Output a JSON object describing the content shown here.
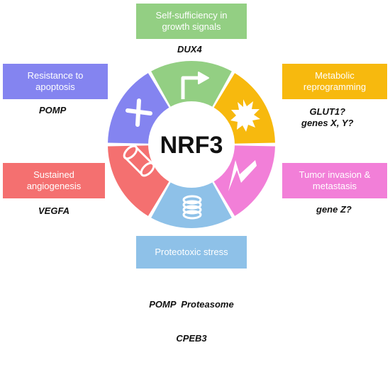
{
  "center": {
    "label": "NRF3"
  },
  "hallmarks": [
    {
      "id": "growth",
      "label_lines": [
        "Self-sufficiency in",
        "growth signals"
      ],
      "genes": [
        "DUX4"
      ],
      "color": "#93cf83",
      "icon": "arrow-icon"
    },
    {
      "id": "metabolic",
      "label_lines": [
        "Metabolic",
        "reprogramming"
      ],
      "genes": [
        "GLUT1?",
        "genes X, Y?"
      ],
      "color": "#f7b90e",
      "icon": "starburst-icon"
    },
    {
      "id": "invasion",
      "label_lines": [
        "Tumor invasion &",
        "metastasis"
      ],
      "genes": [
        "gene Z?"
      ],
      "color": "#f27fd8",
      "icon": "zigzag-icon"
    },
    {
      "id": "proteotoxic",
      "label_lines": [
        "Proteotoxic stress"
      ],
      "genes": [
        "POMP  Proteasome",
        "CPEB3"
      ],
      "color": "#8ec1e8",
      "icon": "coil-icon"
    },
    {
      "id": "angiogenesis",
      "label_lines": [
        "Sustained",
        "angiogenesis"
      ],
      "genes": [
        "VEGFA"
      ],
      "color": "#f47070",
      "icon": "vessel-icon"
    },
    {
      "id": "apoptosis",
      "label_lines": [
        "Resistance to",
        "apoptosis"
      ],
      "genes": [
        "POMP"
      ],
      "color": "#8484f0",
      "icon": "cross-icon"
    }
  ]
}
